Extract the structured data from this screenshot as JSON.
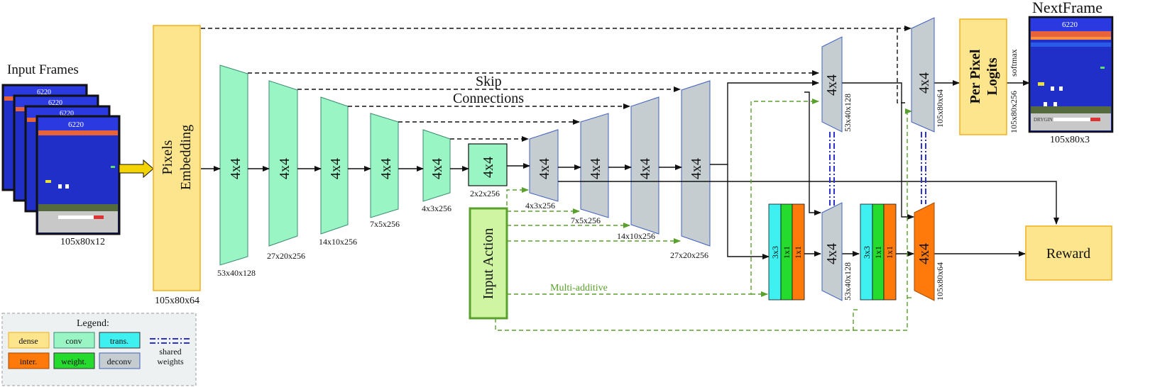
{
  "colors": {
    "dense": "#fde58d",
    "conv": "#99f5c4",
    "trans": "#3ef0f0",
    "inter": "#ff7a0a",
    "weight": "#25dc2e",
    "deconv": "#c5cdd1",
    "input_action": "#cff5a3",
    "skip_arrow": "#111111",
    "action_arrow": "#5aa02c",
    "shared_weights": "#2a34cc",
    "screen_blue": "#1f2fc8"
  },
  "input": {
    "title": "Input Frames",
    "dims": "105x80x12",
    "score": "6220"
  },
  "embedding": {
    "label": "Pixels Embedding",
    "dims": "105x80x64"
  },
  "encoder": [
    {
      "label": "4x4",
      "dims": "53x40x128"
    },
    {
      "label": "4x4",
      "dims": "27x20x256"
    },
    {
      "label": "4x4",
      "dims": "14x10x256"
    },
    {
      "label": "4x4",
      "dims": "7x5x256"
    },
    {
      "label": "4x4",
      "dims": "4x3x256"
    },
    {
      "label": "4x4",
      "dims": "2x2x256"
    }
  ],
  "decoder": [
    {
      "label": "4x4",
      "dims": "4x3x256"
    },
    {
      "label": "4x4",
      "dims": "7x5x256"
    },
    {
      "label": "4x4",
      "dims": "14x10x256"
    },
    {
      "label": "4x4",
      "dims": "27x20x256"
    }
  ],
  "skip": {
    "line1": "Skip",
    "line2": "Connections"
  },
  "action": {
    "label": "Input Action",
    "multi_additive": "Multi-additive"
  },
  "top_deconv": [
    {
      "label": "4x4",
      "dims": "53x40x128"
    },
    {
      "label": "4x4",
      "dims": "105x80x64"
    }
  ],
  "bottom_deconv": [
    {
      "label": "4x4",
      "dims": "53x40x128"
    },
    {
      "label": "4x4",
      "dims": "105x80x64"
    }
  ],
  "block_layers": [
    "3x3",
    "1x1",
    "1x1"
  ],
  "logits": {
    "label_line1": "Per Pixel",
    "label_line2": "Logits",
    "softmax": "softmax",
    "dims": "105x80x256"
  },
  "output": {
    "title": "NextFrame",
    "dims": "105x80x3",
    "score": "6220",
    "tag": "DRYGIN"
  },
  "reward": {
    "label": "Reward"
  },
  "legend": {
    "title": "Legend:",
    "items": [
      {
        "key": "dense",
        "label": "dense"
      },
      {
        "key": "conv",
        "label": "conv"
      },
      {
        "key": "trans",
        "label": "trans."
      },
      {
        "key": "inter",
        "label": "inter."
      },
      {
        "key": "weight",
        "label": "weight."
      },
      {
        "key": "deconv",
        "label": "deconv"
      }
    ],
    "shared_line1": "shared",
    "shared_line2": "weights"
  }
}
